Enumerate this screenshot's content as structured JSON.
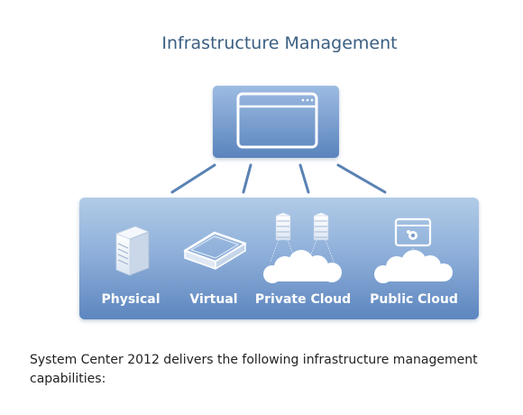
{
  "title": "Infrastructure Management",
  "items": [
    {
      "label": "Physical",
      "icon": "physical-server-icon"
    },
    {
      "label": "Virtual",
      "icon": "virtual-server-icon"
    },
    {
      "label": "Private Cloud",
      "icon": "private-cloud-icon"
    },
    {
      "label": "Public Cloud",
      "icon": "public-cloud-icon"
    }
  ],
  "top_node_icon": "management-console-icon",
  "caption": "System Center 2012 delivers the following infrastructure management capabilities:",
  "colors": {
    "title": "#3b5f82",
    "panel_top": "#a8c4e4",
    "panel_bottom": "#5f88c0",
    "connector": "#5a82b4",
    "label": "#ffffff"
  }
}
